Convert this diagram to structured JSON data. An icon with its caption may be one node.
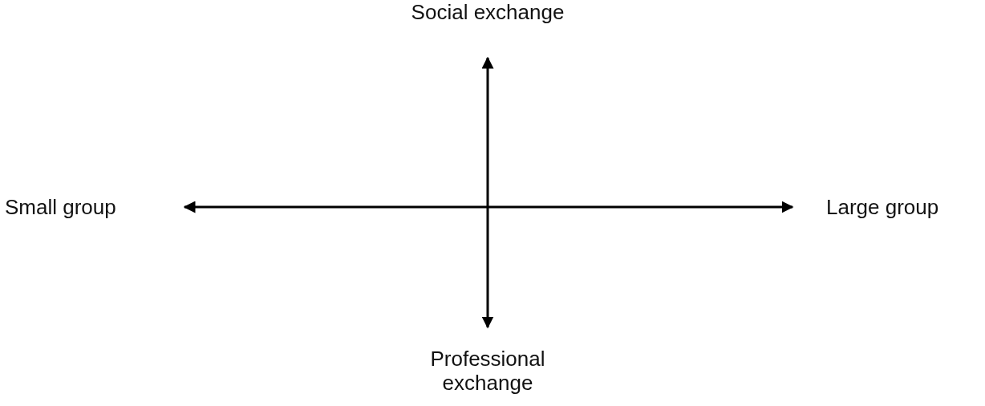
{
  "diagram": {
    "labels": [
      "Social exchange",
      "Small group",
      "Large group",
      "Professional exchange"
    ]
  }
}
